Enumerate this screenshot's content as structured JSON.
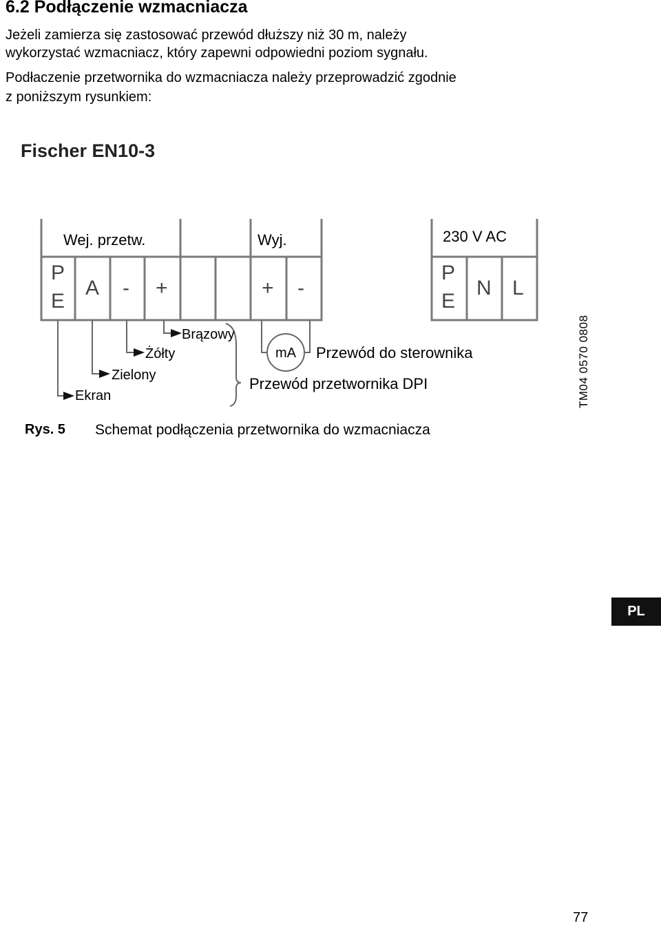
{
  "section": {
    "heading": "6.2 Podłączenie wzmacniacza"
  },
  "paragraphs": [
    "Jeżeli zamierza się zastosować przewód dłuższy niż 30 m, należy",
    "wykorzystać wzmacniacz, który zapewni odpowiedni poziom sygnału.",
    "Podłaczenie przetwornika do wzmacniacza należy przeprowadzić zgodnie",
    "z poniższym rysunkiem:"
  ],
  "diagram": {
    "device": "Fischer EN10-3",
    "groups": {
      "input": "Wej. przetw.",
      "output": "Wyj.",
      "power": "230 V AC"
    },
    "terminals": {
      "pe_top": "P",
      "pe_bottom": "E",
      "a": "A",
      "minus1": "-",
      "plus1": "+",
      "plus2": "+",
      "minus2": "-",
      "pe2_top": "P",
      "pe2_bottom": "E",
      "n": "N",
      "l": "L"
    },
    "wires": {
      "brown": "Brązowy",
      "yellow": "Żółty",
      "green": "Zielony",
      "screen": "Ekran"
    },
    "meter": "mA",
    "controller_cable": "Przewód do sterownika",
    "sensor_cable": "Przewód przetwornika DPI"
  },
  "figure": {
    "number": "Rys. 5",
    "caption": "Schemat podłączenia przetwornika do wzmacniacza",
    "code": "TM04 0570 0808"
  },
  "language_tab": "PL",
  "page_number": "77"
}
